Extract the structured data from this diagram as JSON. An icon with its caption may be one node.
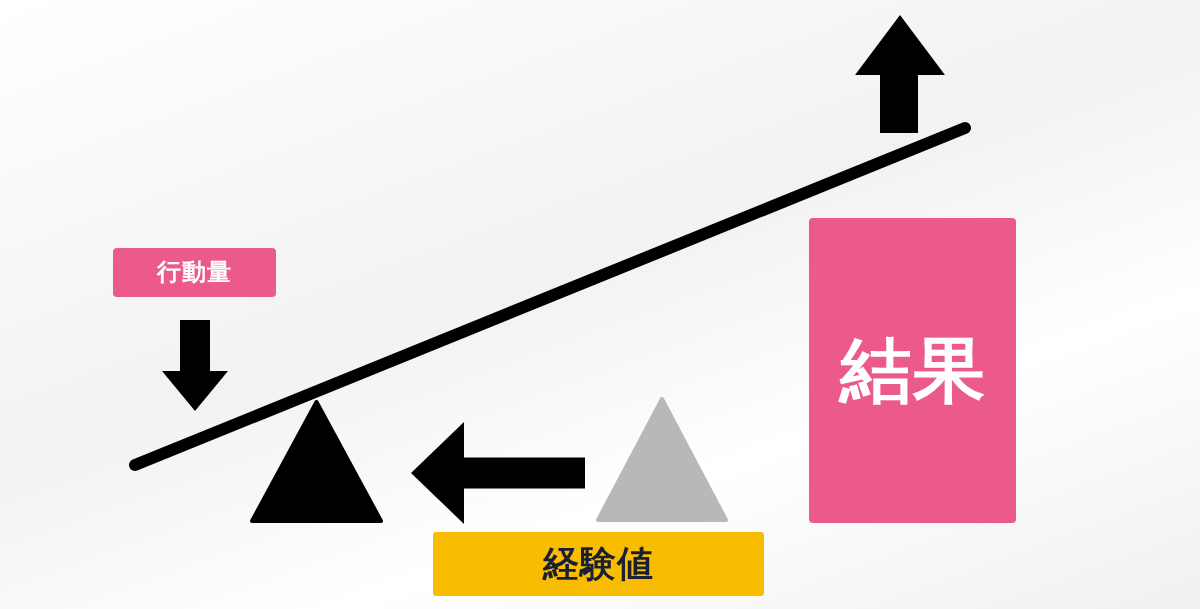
{
  "diagram": {
    "nodes": [
      {
        "text": [
          "行動量"
        ]
      },
      {
        "text": [
          "結果"
        ]
      },
      {
        "text": [
          "経験値"
        ]
      },
      {
        "text": [],
        "shape": "triangle"
      },
      {
        "text": [],
        "shape": "triangle"
      }
    ],
    "edges": [
      {
        "from": 4,
        "to": 3,
        "arrow": "to"
      }
    ]
  }
}
